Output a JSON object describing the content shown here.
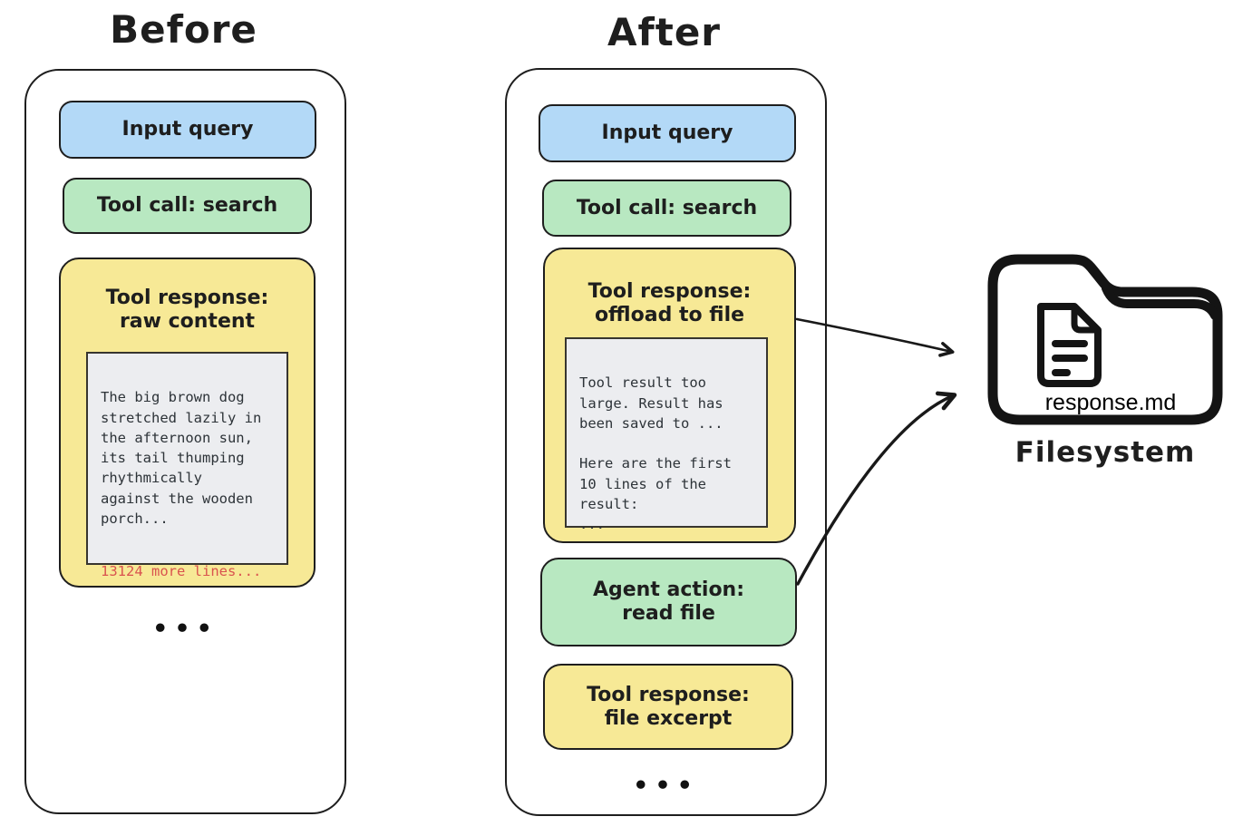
{
  "before": {
    "title": "Before",
    "input_query": "Input query",
    "tool_call": "Tool call: search",
    "tool_response_title": "Tool response:\nraw content",
    "raw_content": "The big brown dog\nstretched lazily in\nthe afternoon sun,\nits tail thumping\nrhythmically\nagainst the wooden\nporch...",
    "truncation_note": "13124 more lines...",
    "ellipsis": "•••"
  },
  "after": {
    "title": "After",
    "input_query": "Input query",
    "tool_call": "Tool call: search",
    "tool_response_title": "Tool response:\noffload to file",
    "offload_message": "Tool result too\nlarge. Result has\nbeen saved to ...\n\nHere are the first\n10 lines of the\nresult:\n...",
    "agent_action": "Agent action:\nread file",
    "file_excerpt": "Tool response:\nfile excerpt",
    "ellipsis": "•••"
  },
  "filesystem": {
    "file_name": "response.md",
    "label": "Filesystem",
    "icons": [
      "folder-icon",
      "document-icon",
      "arrow-offload-icon",
      "arrow-read-icon"
    ]
  },
  "colors": {
    "box_blue": "#b3d9f7",
    "box_green": "#b8e8c1",
    "box_yellow": "#f7e996",
    "code_bg": "#ecedf0",
    "truncation_red": "#d9534f",
    "stroke": "#1e1e1e"
  }
}
